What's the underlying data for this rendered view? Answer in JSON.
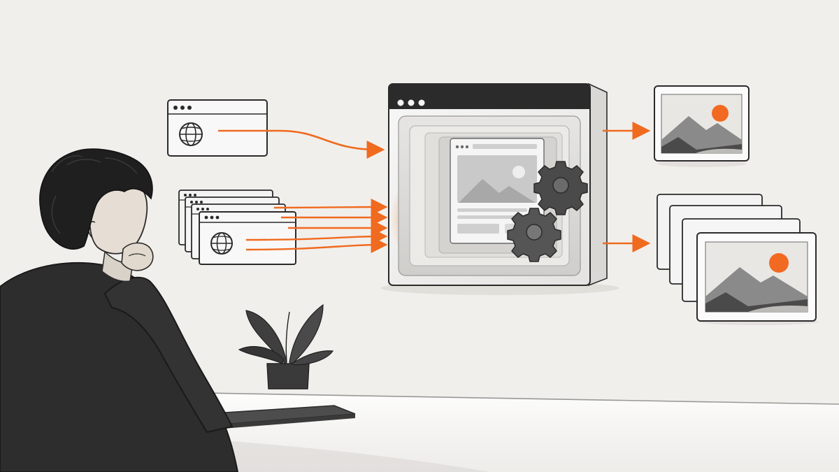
{
  "colors": {
    "background": "#f1efec",
    "accent": "#f06a1f",
    "ink": "#2b2b2b",
    "panel": "#f7f7f7",
    "shadow": "#d9d6d2",
    "mountain_dark": "#4a4a4a",
    "mountain_light": "#8a8a8a",
    "sun": "#f26a21"
  },
  "inputs": {
    "single_page_icon": "globe-icon",
    "batch_page_icon": "globe-icon",
    "batch_count": 4
  },
  "processor": {
    "inner_page_icon": "image-placeholder-icon",
    "gear_count": 2
  },
  "outputs": {
    "single_output_icon": "landscape-image-icon",
    "batch_output_icon": "landscape-image-icon",
    "batch_count": 4
  },
  "scene": {
    "person_icon": "person-thinking-icon",
    "plant_icon": "potted-plant-icon",
    "laptop_icon": "laptop-icon",
    "chair_icon": "chair-icon"
  }
}
